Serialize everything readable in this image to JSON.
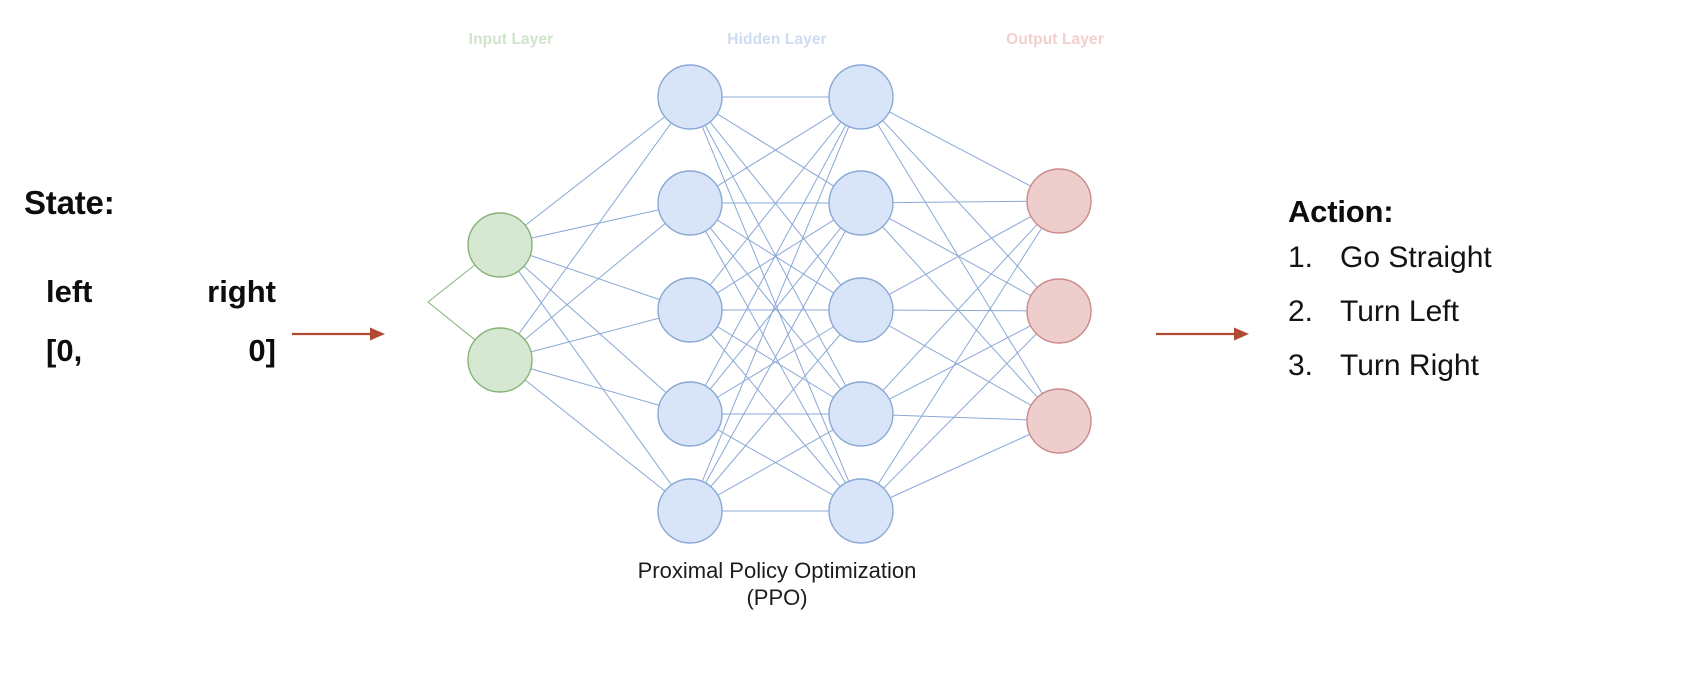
{
  "state": {
    "title": "State:",
    "col_labels": {
      "left": "left",
      "right": "right"
    },
    "values": {
      "left": "[0,",
      "right": "0]"
    }
  },
  "network": {
    "layer_labels": {
      "input": "Input Layer",
      "hidden": "Hidden Layer",
      "output": "Output Layer"
    },
    "caption_line1": "Proximal Policy Optimization",
    "caption_line2": "(PPO)",
    "colors": {
      "input_fill": "#d7e8d2",
      "input_stroke": "#85b377",
      "hidden_fill": "#d8e4f8",
      "hidden_stroke": "#8aa8d6",
      "output_fill": "#eecdcd",
      "output_stroke": "#ca8a8a",
      "edge_blue": "#8aa8d6",
      "edge_green": "#85b377",
      "arrow": "#b04a32"
    },
    "counts": {
      "input": 2,
      "hidden1": 5,
      "hidden2": 5,
      "output": 3
    }
  },
  "action": {
    "title": "Action:",
    "items": [
      {
        "num": "1.",
        "label": "Go Straight"
      },
      {
        "num": "2.",
        "label": "Turn Left"
      },
      {
        "num": "3.",
        "label": "Turn Right"
      }
    ]
  },
  "arrows": {
    "left_arrow": "arrow-right",
    "right_arrow": "arrow-right"
  }
}
